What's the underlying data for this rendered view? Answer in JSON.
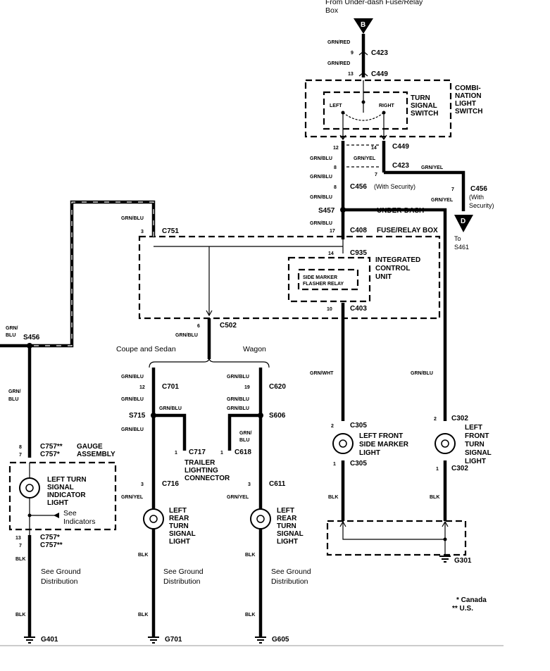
{
  "header": {
    "from_text": "From Under-dash Fuse/Relay",
    "from_text2": "Box"
  },
  "connectors": {
    "top_B": "B",
    "c423": "C423",
    "c449": "C449",
    "c456": "C456",
    "c456_ws": "(With Security)",
    "s457": "S457",
    "c408": "C408",
    "c751": "C751",
    "c935": "C935",
    "c403": "C403",
    "c502": "C502",
    "s456": "S456",
    "c701": "C701",
    "c620": "C620",
    "s715": "S715",
    "s606": "S606",
    "c717": "C717",
    "c618": "C618",
    "c716": "C716",
    "c611": "C611",
    "c757a": "C757**",
    "c757b": "C757*",
    "c757c": "C757*",
    "c757d": "C757**",
    "c305": "C305",
    "c302": "C302",
    "g301": "G301",
    "g401": "G401",
    "g701": "G701",
    "g605": "G605",
    "d_ref": "D",
    "to_text": "To",
    "s461": "S461",
    "with": "(With",
    "security": "Security)"
  },
  "pins": {
    "p9": "9",
    "p13": "13",
    "p12": "12",
    "p14": "14",
    "p8": "8",
    "p7": "7",
    "p17": "17",
    "p3": "3",
    "p6": "6",
    "p10": "10",
    "p19": "19",
    "p1": "1",
    "p2": "2"
  },
  "wires": {
    "grn_red": "GRN/RED",
    "grn_blu": "GRN/BLU",
    "grn_yel": "GRN/YEL",
    "grn_wht": "GRN/WHT",
    "grn_slash": "GRN/",
    "blu": "BLU",
    "grn": "GRN/",
    "blk": "BLK"
  },
  "components": {
    "combo_1": "COMBI-",
    "combo_2": "NATION",
    "combo_3": "LIGHT",
    "combo_4": "SWITCH",
    "turn_1": "TURN",
    "turn_2": "SIGNAL",
    "turn_3": "SWITCH",
    "left": "LEFT",
    "right": "RIGHT",
    "ud_1": "UNDER-DASH",
    "ud_2": "FUSE/RELAY BOX",
    "icu_1": "INTEGRATED",
    "icu_2": "CONTROL",
    "icu_3": "UNIT",
    "relay_1": "SIDE MARKER",
    "relay_2": "FLASHER RELAY",
    "coupe": "Coupe and Sedan",
    "wagon": "Wagon",
    "trailer_1": "TRAILER",
    "trailer_2": "LIGHTING",
    "trailer_3": "CONNECTOR",
    "gauge_1": "GAUGE",
    "gauge_2": "ASSEMBLY",
    "ind_1": "LEFT TURN",
    "ind_2": "SIGNAL",
    "ind_3": "INDICATOR",
    "ind_4": "LIGHT",
    "see": "See",
    "indicators": "Indicators",
    "lfsm_1": "LEFT FRONT",
    "lfsm_2": "SIDE MARKER",
    "lfsm_3": "LIGHT",
    "lftsl_1": "LEFT",
    "lftsl_2": "FRONT",
    "lftsl_3": "TURN",
    "lftsl_4": "SIGNAL",
    "lftsl_5": "LIGHT",
    "lrtsl_1": "LEFT",
    "lrtsl_2": "REAR",
    "lrtsl_3": "TURN",
    "lrtsl_4": "SIGNAL",
    "lrtsl_5": "LIGHT",
    "see_ground": "See Ground",
    "distribution": "Distribution",
    "canada": "* Canada",
    "us": "** U.S."
  }
}
